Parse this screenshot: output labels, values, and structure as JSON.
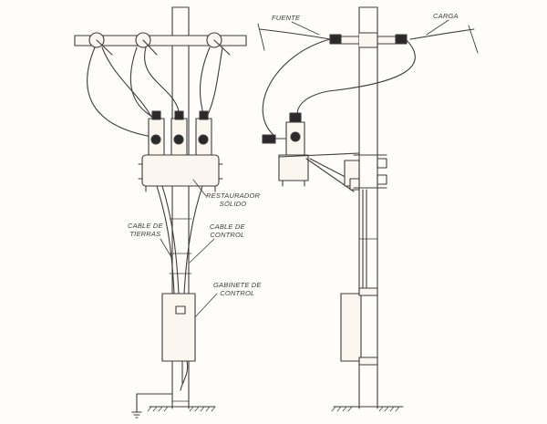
{
  "labels": {
    "fuente": "FUENTE",
    "carga": "CARGA",
    "restaurador_line1": "RESTAURADOR",
    "restaurador_line2": "SÓLIDO",
    "cable_tierras_line1": "CABLE DE",
    "cable_tierras_line2": "TIERRAS",
    "cable_control_line1": "CABLE DE",
    "cable_control_line2": "CONTROL",
    "gabinete_line1": "GABINETE DE",
    "gabinete_line2": "CONTROL"
  },
  "colors": {
    "line": "#3c3c3c",
    "fill": "#fbf6ef",
    "dark": "#2a2a2a"
  }
}
